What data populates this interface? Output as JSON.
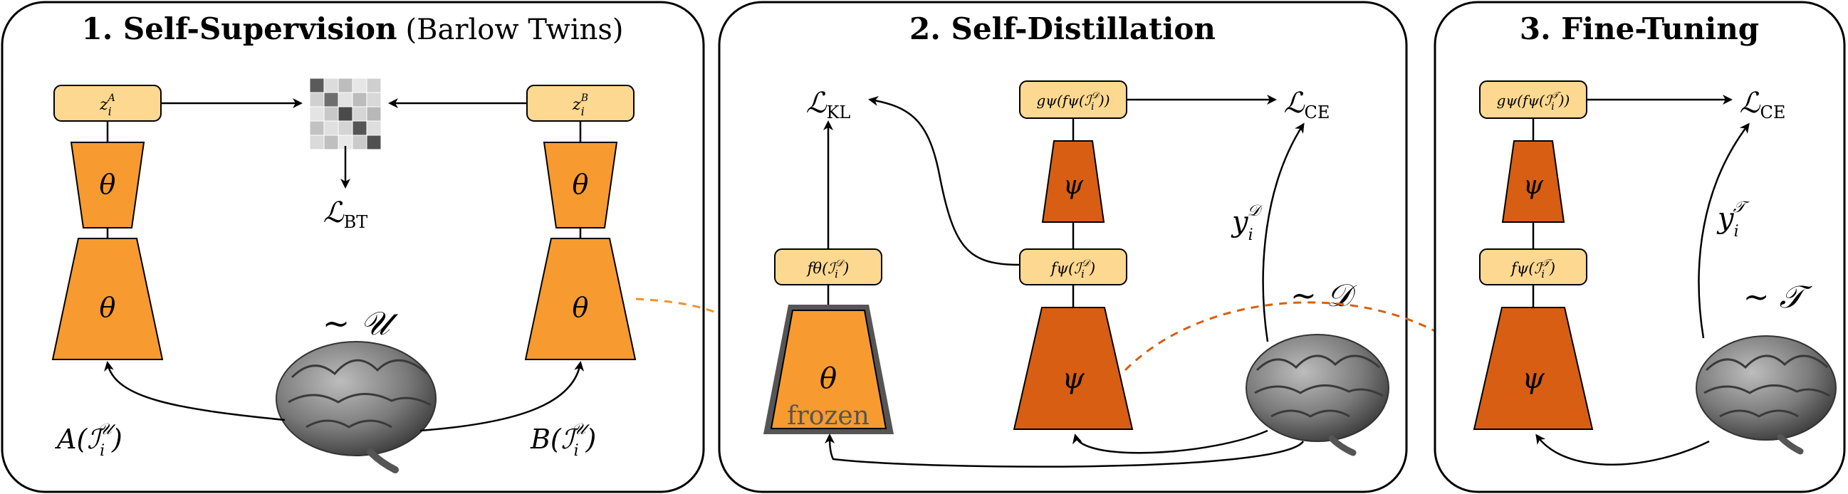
{
  "panels": [
    {
      "title": "1. Self-Supervision",
      "subtitle": "(Barlow Twins)"
    },
    {
      "title": "2. Self-Distillation",
      "subtitle": ""
    },
    {
      "title": "3. Fine-Tuning",
      "subtitle": ""
    }
  ],
  "p1": {
    "z_left": "z",
    "z_left_sub": "i",
    "z_left_sup": "A",
    "z_right": "z",
    "z_right_sub": "i",
    "z_right_sup": "B",
    "theta": "θ",
    "loss_main": "ℒ",
    "loss_sub": "BT",
    "sample": "~ 𝒰",
    "aug_left": "A(ℐ",
    "aug_left_sub": "i",
    "aug_left_sup": "𝒰",
    "aug_close": ")",
    "aug_right": "B(ℐ",
    "aug_right_sub": "i",
    "aug_right_sup": "𝒰"
  },
  "p2": {
    "kl_main": "ℒ",
    "kl_sub": "KL",
    "ce_main": "ℒ",
    "ce_sub": "CE",
    "g_box": "gψ(fψ(ℐ",
    "g_sub": "i",
    "g_sup": "𝒟",
    "g_close": "))",
    "fpsi_box": "fψ(ℐ",
    "fpsi_sub": "i",
    "fpsi_sup": "𝒟",
    "fpsi_close": ")",
    "ftheta_box": "fθ(ℐ",
    "ftheta_sub": "i",
    "ftheta_sup": "𝒟",
    "ftheta_close": ")",
    "psi": "ψ",
    "theta": "θ",
    "frozen": "frozen",
    "label_y": "y",
    "label_y_sub": "i",
    "label_y_sup": "𝒟",
    "sample": "~ 𝒟"
  },
  "p3": {
    "ce_main": "ℒ",
    "ce_sub": "CE",
    "g_box": "gψ(fψ(ℐ",
    "g_sub": "i",
    "g_sup": "𝒯",
    "g_close": "))",
    "fpsi_box": "fψ(ℐ",
    "fpsi_sub": "i",
    "fpsi_sup": "𝒯",
    "fpsi_close": ")",
    "psi": "ψ",
    "label_y": "y",
    "label_y_sub": "i",
    "label_y_sup": "𝒯",
    "sample": "~ 𝒯"
  },
  "colors": {
    "light_orange": "#f79a30",
    "dark_orange": "#d75e12",
    "box_fill": "#fdd890",
    "frozen_border": "#555555",
    "brain": "#7a7a7a"
  },
  "matrix_shades": [
    [
      "#5a5a5a",
      "#dcdcdc",
      "#bdbdbd",
      "#e6e6e6",
      "#cfcfcf"
    ],
    [
      "#d0d0d0",
      "#6e6e6e",
      "#e2e2e2",
      "#bcbcbc",
      "#d8d8d8"
    ],
    [
      "#e4e4e4",
      "#c8c8c8",
      "#4a4a4a",
      "#d6d6d6",
      "#b8b8b8"
    ],
    [
      "#c2c2c2",
      "#e0e0e0",
      "#d4d4d4",
      "#555555",
      "#dedede"
    ],
    [
      "#dadada",
      "#bfbfbf",
      "#e8e8e8",
      "#cacaca",
      "#505050"
    ]
  ]
}
